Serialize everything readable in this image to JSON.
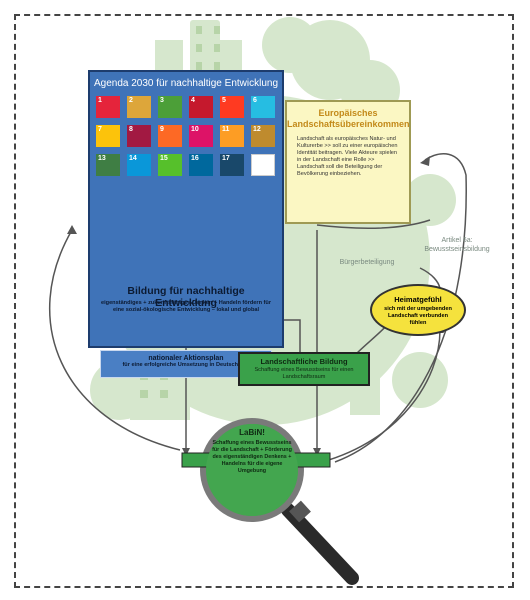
{
  "agenda": {
    "title": "Agenda 2030 für nachhaltige Entwicklung",
    "sdg_tiles": [
      {
        "num": "1",
        "color": "#e5243b"
      },
      {
        "num": "2",
        "color": "#dda63a"
      },
      {
        "num": "3",
        "color": "#4c9f38"
      },
      {
        "num": "4",
        "color": "#c5192d"
      },
      {
        "num": "5",
        "color": "#ff3a21"
      },
      {
        "num": "6",
        "color": "#26bde2"
      },
      {
        "num": "7",
        "color": "#fcc30b"
      },
      {
        "num": "8",
        "color": "#a21942"
      },
      {
        "num": "9",
        "color": "#fd6925"
      },
      {
        "num": "10",
        "color": "#dd1367"
      },
      {
        "num": "11",
        "color": "#fd9d24"
      },
      {
        "num": "12",
        "color": "#bf8b2e"
      },
      {
        "num": "13",
        "color": "#3f7e44"
      },
      {
        "num": "14",
        "color": "#0a97d9"
      },
      {
        "num": "15",
        "color": "#56c02b"
      },
      {
        "num": "16",
        "color": "#00689d"
      },
      {
        "num": "17",
        "color": "#19486a"
      },
      {
        "num": "",
        "color": "#ffffff"
      }
    ]
  },
  "bne": {
    "title": "Bildung für nachhaltige Entwicklung",
    "text": "eigenständiges + zukunftsfähiges Denken + Handeln fördern für eine sozial-ökologische Entwicklung – lokal und global"
  },
  "nap": {
    "title": "nationaler Aktionsplan",
    "subtitle": "für eine erfolgreiche Umsetzung in Deutschland"
  },
  "european": {
    "title_line1": "Europäisches",
    "title_line2": "Landschaftsübereinkommen",
    "text": "Landschaft als europäisches Natur- und Kulturerbe >> soll zu einer europäischen Identität beitragen. Viele Akteure spielen in der Landschaft eine Rolle >> Landschaft soll die Beteiligung der Bevölkerung einbeziehen."
  },
  "labels": {
    "artikel_line1": "Artikel 6a:",
    "artikel_line2": "Bewusstseinsbildung",
    "buergerbeteiligung": "Bürgerbeteiligung"
  },
  "heimat": {
    "title": "Heimatgefühl",
    "text": "sich mit der umgebenden Landschaft verbunden fühlen"
  },
  "landschaft_bildung": {
    "title": "Landschaftliche Bildung",
    "text": "Schaffung eines Bewusstseins für einen Landschaftsraum"
  },
  "labil": {
    "title": "LaBiN!",
    "text": "Schaffung eines Bewusstseins für die Landschaft + Förderung des eigenständigen Denkens + Handelns für die eigene Umgebung"
  },
  "colors": {
    "blue": "#3f73b8",
    "yellow_box": "#fbf7c3",
    "oval": "#f5e23d",
    "green": "#3aa14a",
    "bg_green": "#cfe3c4"
  }
}
